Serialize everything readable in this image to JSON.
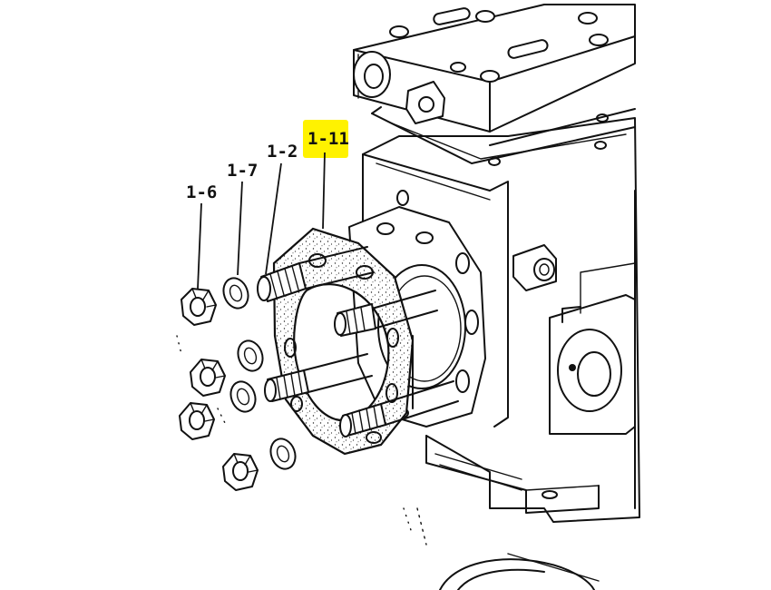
{
  "callouts": {
    "nut": "1-6",
    "washer": "1-7",
    "stud": "1-2",
    "gasket": "1-11"
  },
  "highlight_color": "#fff200"
}
